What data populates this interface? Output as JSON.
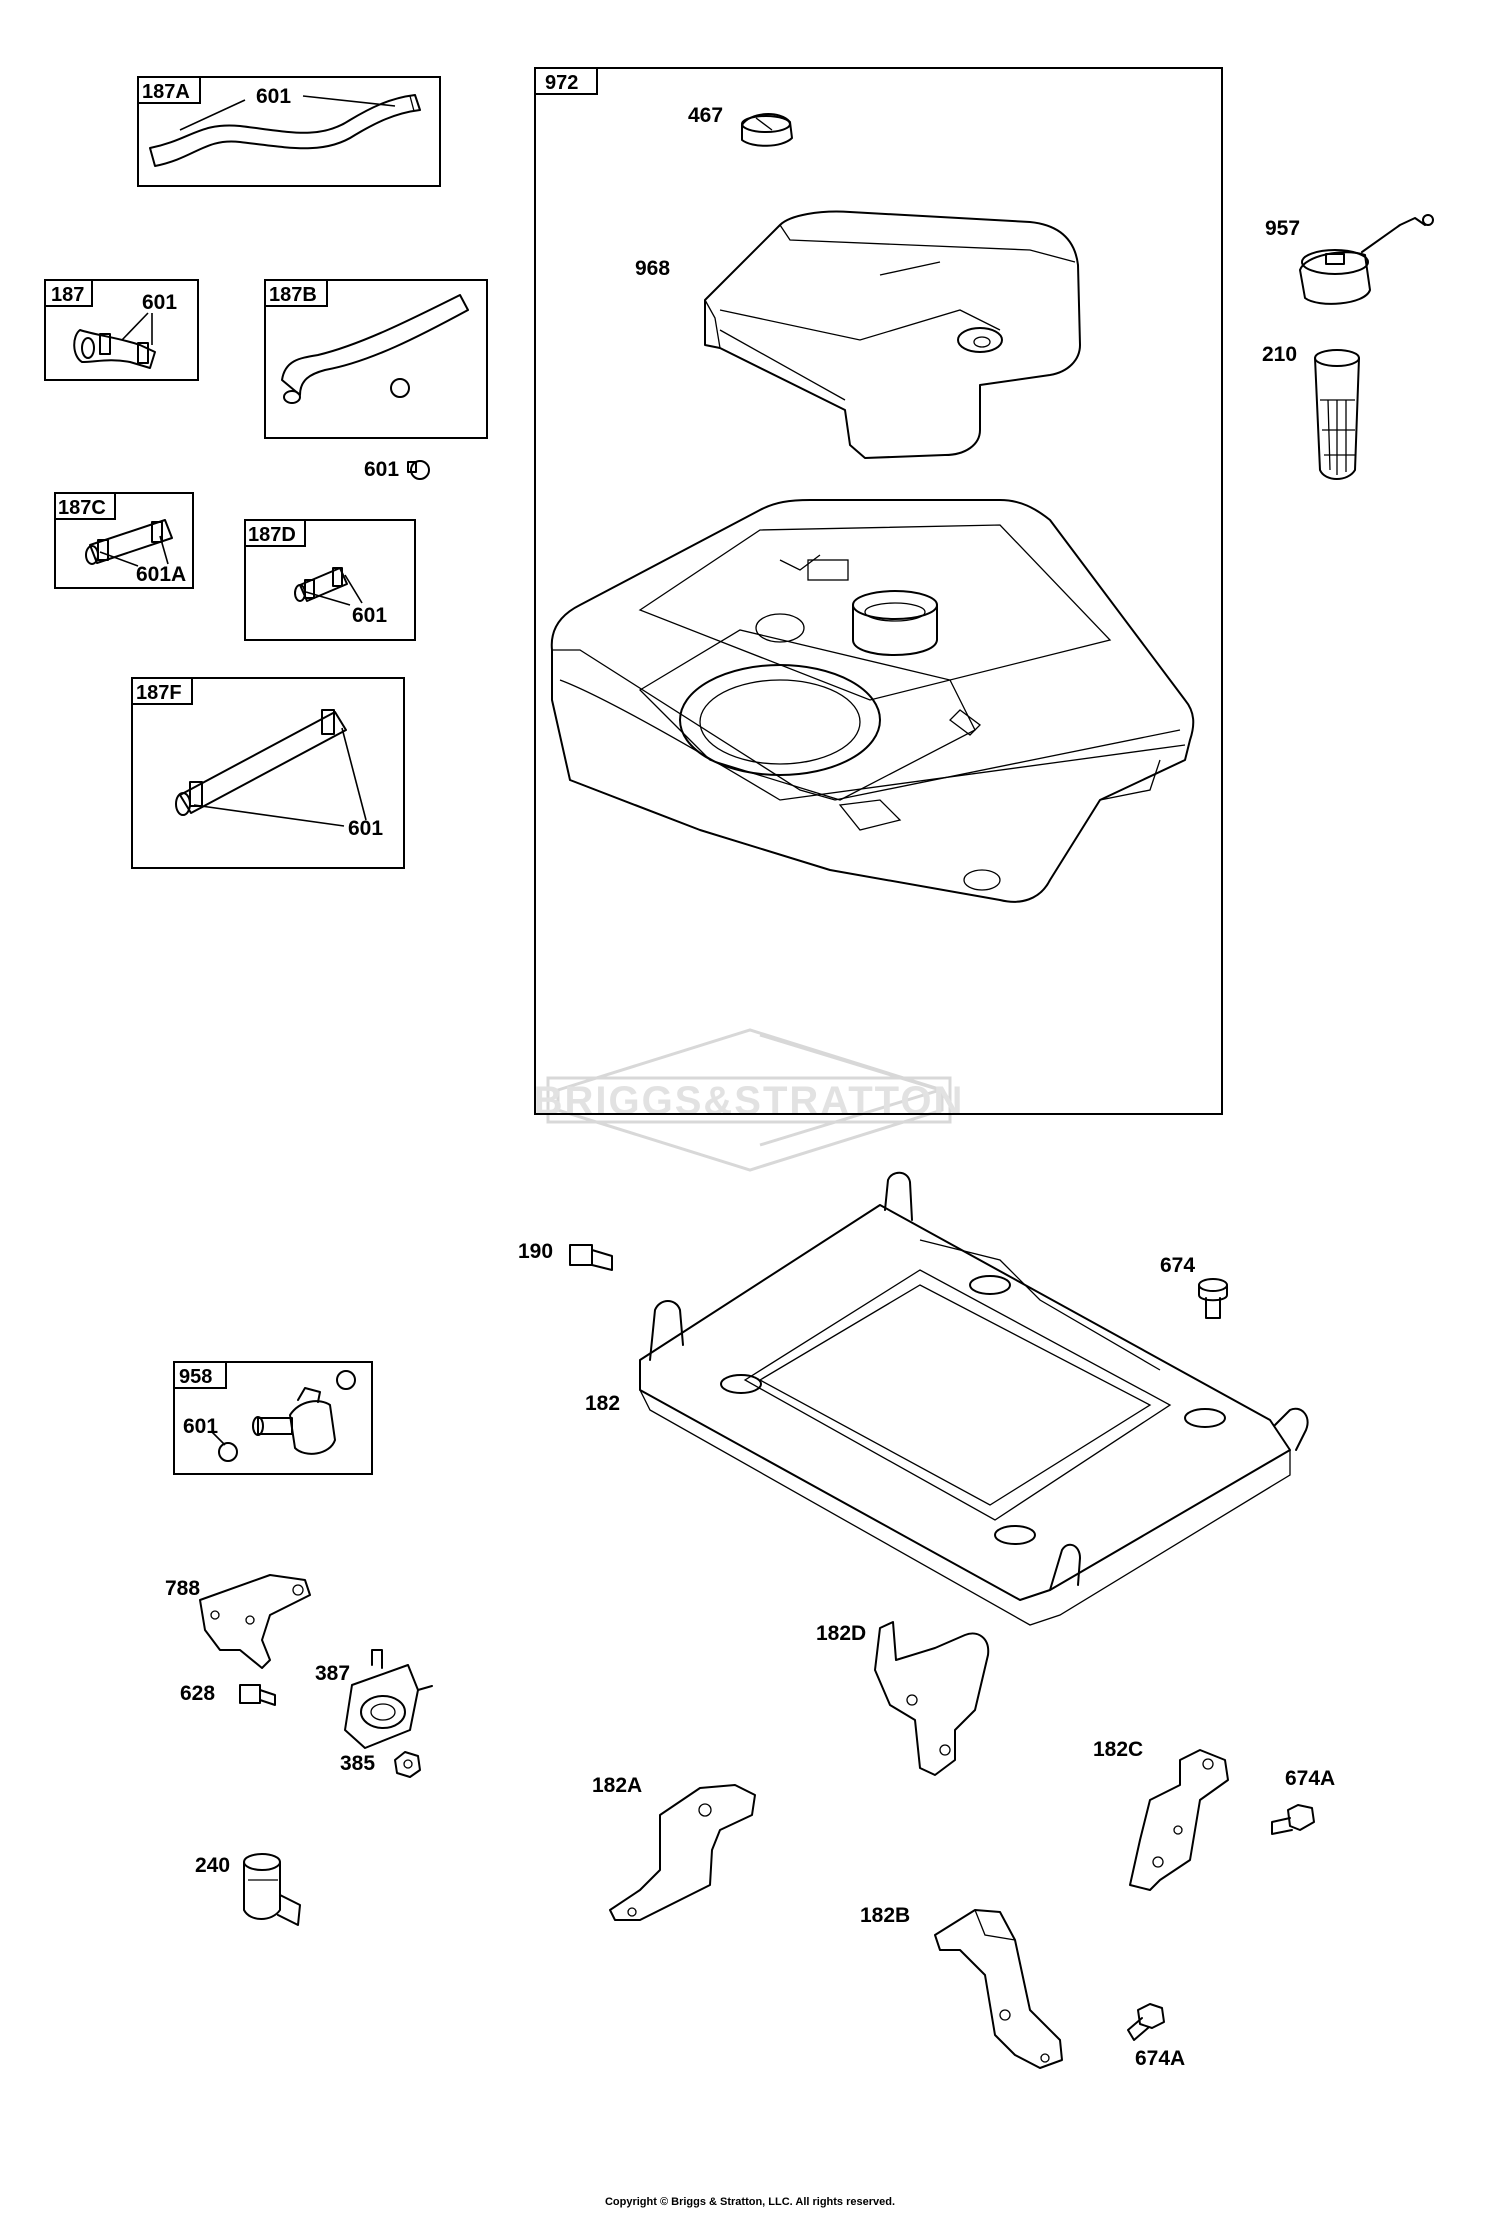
{
  "watermark": {
    "text": "BRIGGS&STRATTON"
  },
  "copyright": "Copyright © Briggs & Stratton, LLC. All rights reserved.",
  "kits": {
    "k187A": {
      "tag": "187A",
      "callout": "601"
    },
    "k187": {
      "tag": "187",
      "callout": "601"
    },
    "k187B": {
      "tag": "187B"
    },
    "k187C": {
      "tag": "187C",
      "callout": "601A"
    },
    "k187D": {
      "tag": "187D",
      "callout": "601"
    },
    "k187F": {
      "tag": "187F",
      "callout": "601"
    },
    "k972": {
      "tag": "972"
    },
    "k958": {
      "tag": "958",
      "callout": "601"
    }
  },
  "parts": {
    "p467": "467",
    "p968": "968",
    "p957": "957",
    "p210": "210",
    "p601": "601",
    "p190": "190",
    "p674": "674",
    "p182": "182",
    "p788": "788",
    "p387": "387",
    "p628": "628",
    "p385": "385",
    "p240": "240",
    "p182D": "182D",
    "p182C": "182C",
    "p674A_top": "674A",
    "p182A": "182A",
    "p182B": "182B",
    "p674A_bottom": "674A"
  }
}
